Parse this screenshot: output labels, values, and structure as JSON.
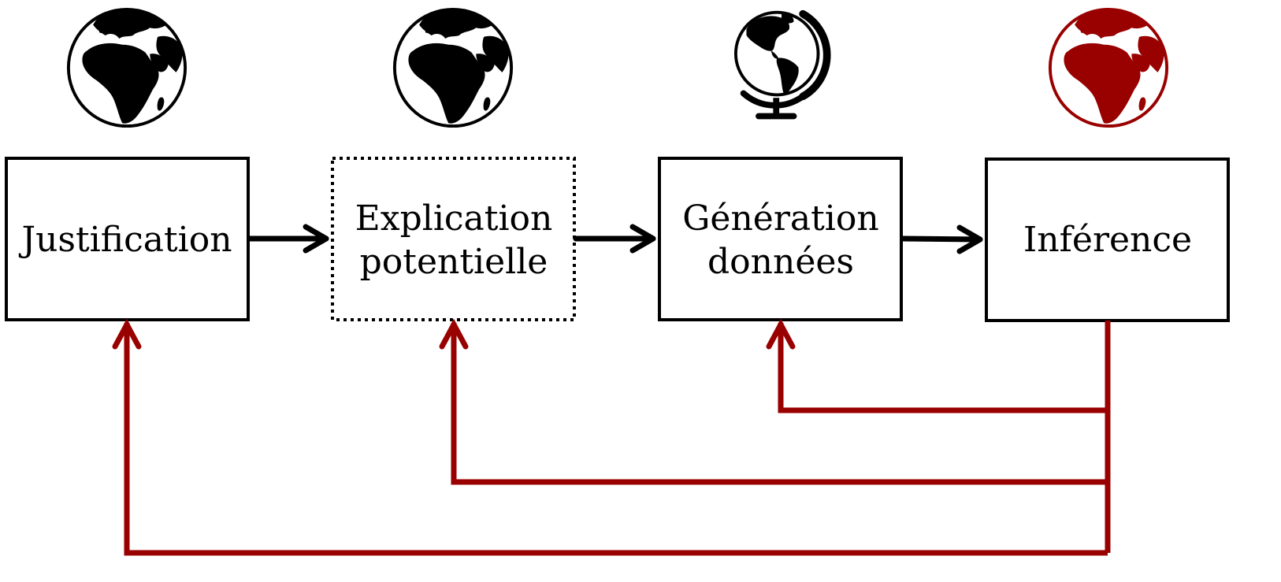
{
  "diagram": {
    "boxes": [
      {
        "id": "justification",
        "lines": [
          "Justification"
        ],
        "border": "solid"
      },
      {
        "id": "explication",
        "lines": [
          "Explication",
          "potentielle"
        ],
        "border": "dotted"
      },
      {
        "id": "generation",
        "lines": [
          "Génération",
          "données"
        ],
        "border": "solid"
      },
      {
        "id": "inference",
        "lines": [
          "Inférence"
        ],
        "border": "solid"
      }
    ],
    "icons": [
      {
        "name": "globe-earth-icon",
        "color": "#000000"
      },
      {
        "name": "globe-earth-icon",
        "color": "#000000"
      },
      {
        "name": "desk-globe-icon",
        "color": "#000000"
      },
      {
        "name": "globe-earth-icon",
        "color": "#990000"
      }
    ],
    "colors": {
      "forward_arrow": "#000000",
      "feedback_arrow": "#990000",
      "box_border": "#000000"
    }
  }
}
